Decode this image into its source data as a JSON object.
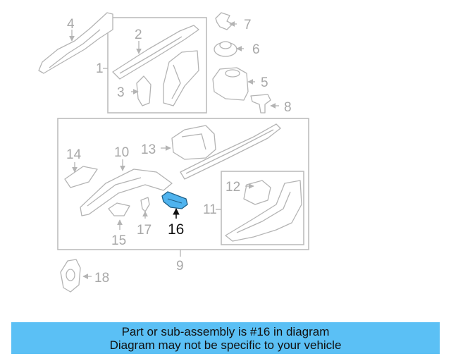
{
  "diagram": {
    "highlighted_part": "16",
    "highlight_color": "#4fb3ee",
    "labels": {
      "p1": "1",
      "p2": "2",
      "p3": "3",
      "p4": "4",
      "p5": "5",
      "p6": "6",
      "p7": "7",
      "p8": "8",
      "p9": "9",
      "p10": "10",
      "p11": "11",
      "p12": "12",
      "p13": "13",
      "p14": "14",
      "p15": "15",
      "p16": "16",
      "p17": "17",
      "p18": "18"
    }
  },
  "banner": {
    "line1": "Part or sub-assembly is #16 in diagram",
    "line2": "Diagram may not be specific to your vehicle",
    "background": "#5bc0f5"
  }
}
